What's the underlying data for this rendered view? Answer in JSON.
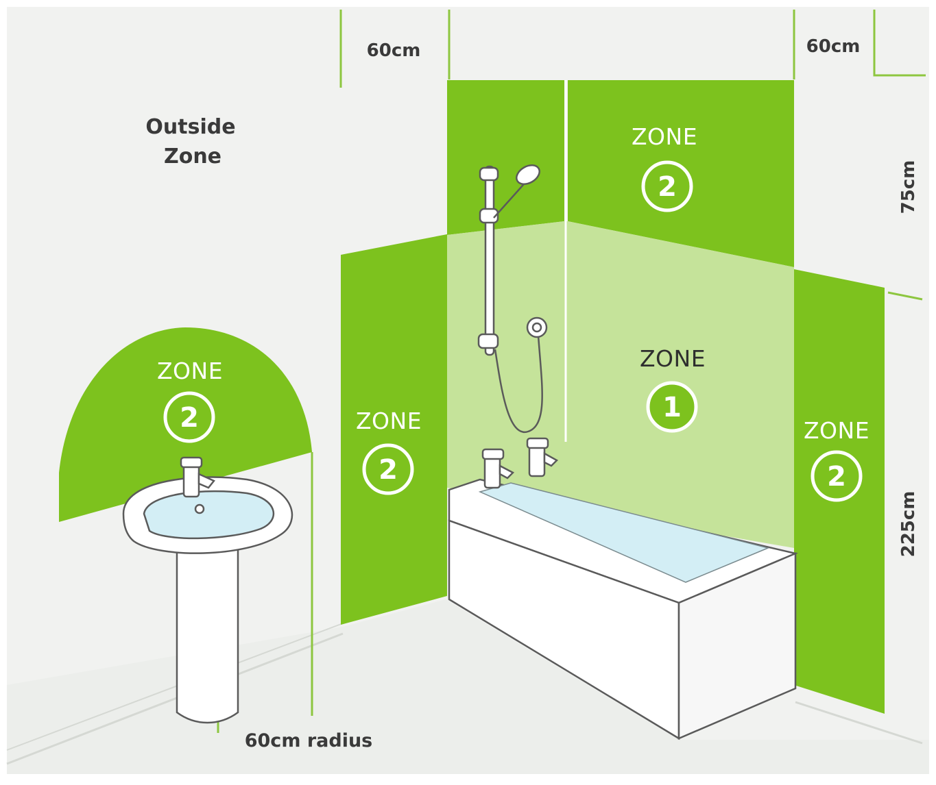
{
  "labels": {
    "outside_zone_line1": "Outside",
    "outside_zone_line2": "Zone",
    "dim_top_left": "60cm",
    "dim_top_right": "60cm",
    "dim_right_top": "75cm",
    "dim_right_bottom": "225cm",
    "dim_basin_radius": "60cm radius"
  },
  "zones": {
    "basin": {
      "word": "ZONE",
      "number": "2"
    },
    "left_wall": {
      "word": "ZONE",
      "number": "2"
    },
    "above_bath": {
      "word": "ZONE",
      "number": "2"
    },
    "bath": {
      "word": "ZONE",
      "number": "1"
    },
    "right_wall": {
      "word": "ZONE",
      "number": "2"
    }
  },
  "colors": {
    "zone2_green": "#7dc21e",
    "zone1_green": "#c5e39a",
    "wall_light": "#f0f1ef",
    "guide_line": "#8dc63f",
    "water": "#d3eef5"
  }
}
